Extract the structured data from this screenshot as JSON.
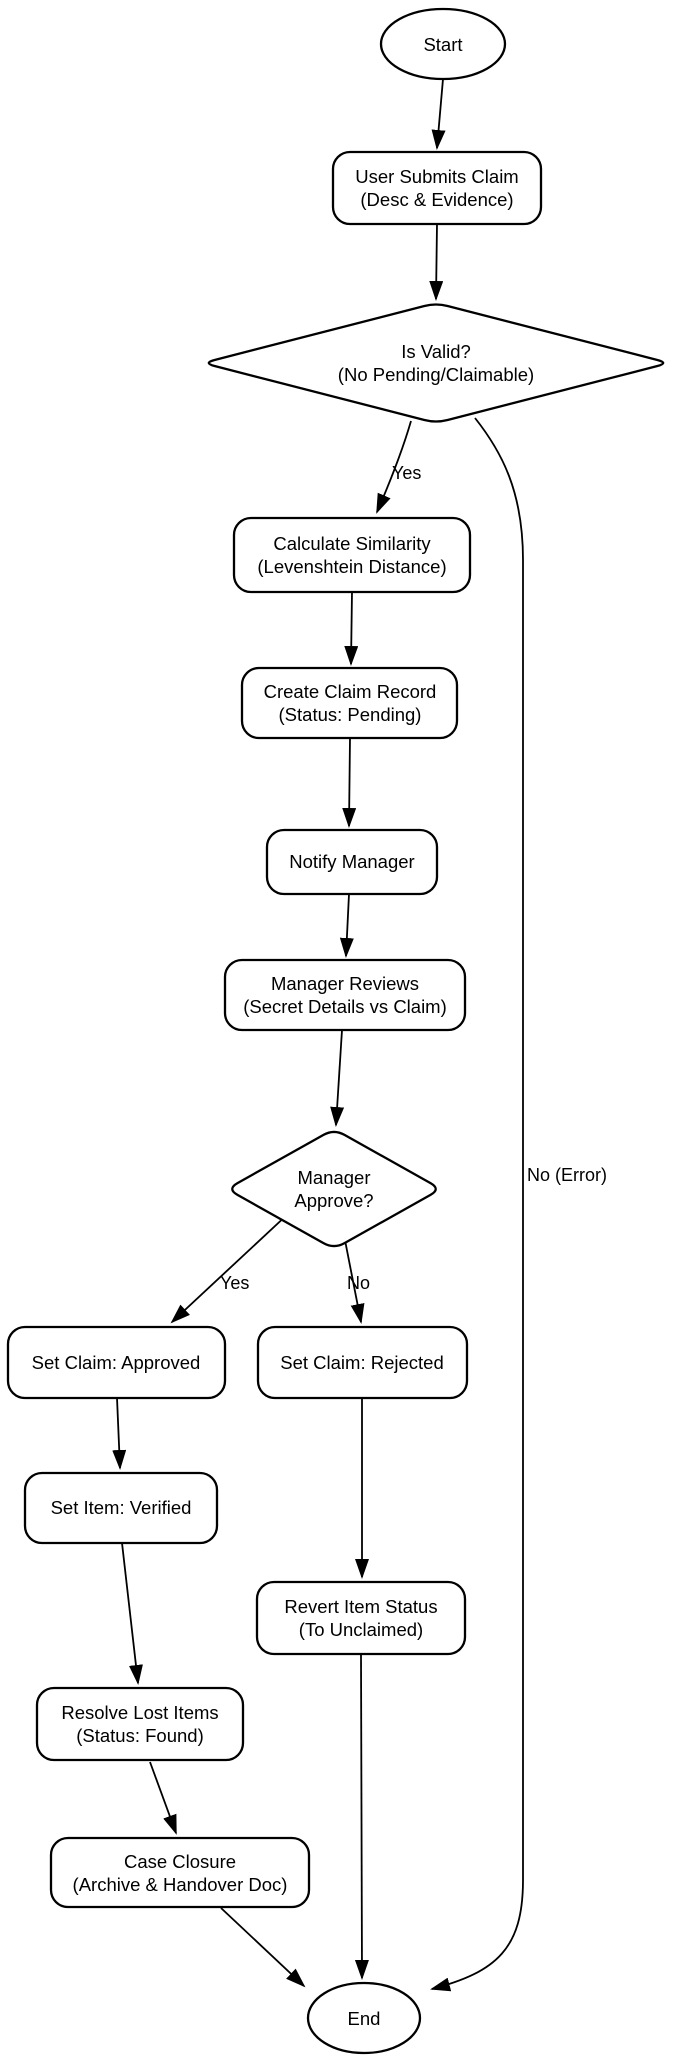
{
  "diagram": {
    "type": "flowchart",
    "colors": {
      "start_fill": "#d5e8d4",
      "end_fill": "#f8cecc",
      "decision_fill": "#faf0ce",
      "process_fill": "#ffffff",
      "stroke": "#000000"
    },
    "nodes": {
      "start": {
        "label": "Start"
      },
      "user_submits": {
        "line1": "User Submits Claim",
        "line2": "(Desc & Evidence)"
      },
      "is_valid": {
        "line1": "Is Valid?",
        "line2": "(No Pending/Claimable)"
      },
      "calculate_similarity": {
        "line1": "Calculate Similarity",
        "line2": "(Levenshtein Distance)"
      },
      "create_claim_record": {
        "line1": "Create Claim Record",
        "line2": "(Status: Pending)"
      },
      "notify_manager": {
        "label": "Notify Manager"
      },
      "manager_reviews": {
        "line1": "Manager Reviews",
        "line2": "(Secret Details vs Claim)"
      },
      "manager_approve": {
        "line1": "Manager",
        "line2": "Approve?"
      },
      "set_claim_approved": {
        "label": "Set Claim: Approved"
      },
      "set_claim_rejected": {
        "label": "Set Claim: Rejected"
      },
      "set_item_verified": {
        "label": "Set Item: Verified"
      },
      "revert_item_status": {
        "line1": "Revert Item Status",
        "line2": "(To Unclaimed)"
      },
      "resolve_lost_items": {
        "line1": "Resolve Lost Items",
        "line2": "(Status: Found)"
      },
      "case_closure": {
        "line1": "Case Closure",
        "line2": "(Archive & Handover Doc)"
      },
      "end": {
        "label": "End"
      }
    },
    "edge_labels": {
      "is_valid_yes": "Yes",
      "is_valid_no": "No (Error)",
      "approve_yes": "Yes",
      "approve_no": "No"
    }
  }
}
